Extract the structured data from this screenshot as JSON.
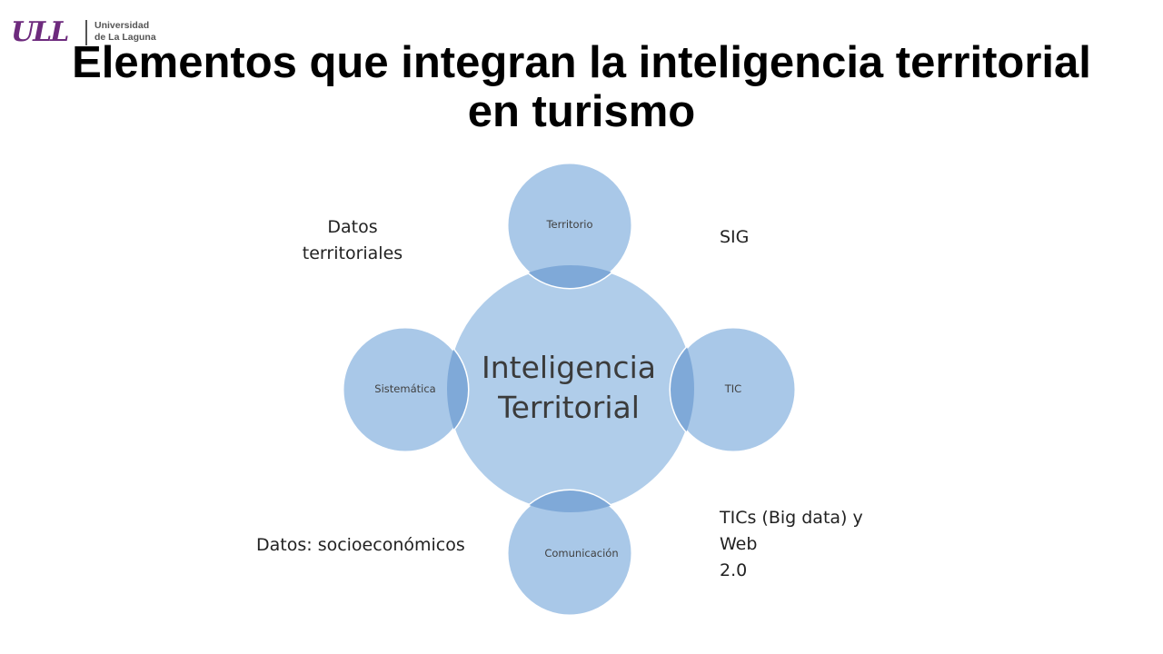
{
  "logo": {
    "mark": "ULL",
    "line1": "Universidad",
    "line2": "de La Laguna"
  },
  "title": {
    "line1": "Elementos que integran la inteligencia territorial",
    "line2": "en turismo"
  },
  "diagram": {
    "center": {
      "line1": "Inteligencia",
      "line2": "Territorial"
    },
    "nodes": {
      "top": "Territorio",
      "right": "TIC",
      "bottom": "Comunicación",
      "left": "Sistemática"
    }
  },
  "notes": {
    "datos_territoriales": {
      "line1": "Datos",
      "line2": "territoriales"
    },
    "sig": "SIG",
    "tics": {
      "line1": "TICs (Big data) y",
      "line2": "Web",
      "line3": "2.0"
    },
    "socioeconomicos": "Datos: socioeconómicos"
  },
  "colors": {
    "node_fill": "#a9c8e8",
    "center_fill": "#b0cdea",
    "overlap_fill": "#7fa9d8",
    "node_stroke": "#ffffff",
    "logo": "#6d2a7d"
  }
}
